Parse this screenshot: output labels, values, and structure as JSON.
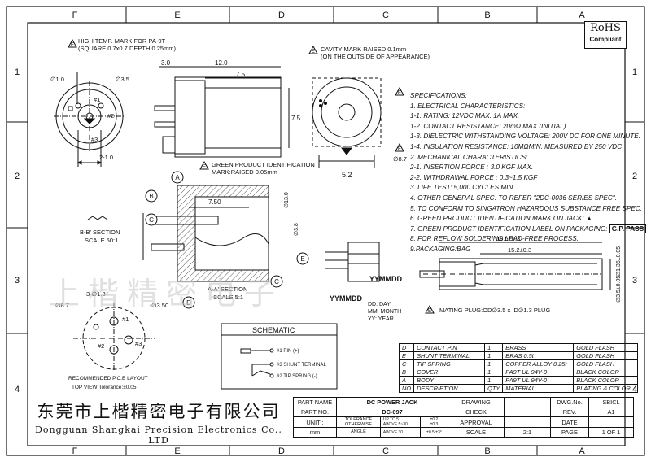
{
  "frame": {
    "columns": [
      "F",
      "E",
      "D",
      "C",
      "B",
      "A"
    ],
    "rows": [
      "1",
      "2",
      "3",
      "4"
    ]
  },
  "compliance": {
    "line1": "RoHS",
    "line2": "Compliant"
  },
  "notes": {
    "high_temp_mark_1": "HIGH TEMP. MARK FOR PA-9T",
    "high_temp_mark_2": "(SQUARE 0.7x0.7 DEPTH 0.25mm)",
    "cavity_mark_1": "CAVITY MARK RAISED 0.1mm",
    "cavity_mark_2": "(ON THE OUTSIDE OF APPEARANCE)",
    "green_mark_1": "GREEN PRODUCT IDENTIFICATION",
    "green_mark_2": "MARK:RAISED 0.05mm",
    "bb_section": "B-B' SECTION",
    "bb_scale": "SCALE 50:1",
    "aa_section": "A-A' SECTION",
    "aa_scale": "SCALE 5:1",
    "pcb_layout": "RECOMMENDED P.C.B LAYOUT",
    "pcb_view": "TOP VIEW Tolorance:±0.05",
    "mating_plug": "MATING PLUG:OD∅3.5 x ID∅1.3 PLUG",
    "date_dd": "DD: DAY",
    "date_mm": "MM: MONTH",
    "date_yy": "YY: YEAR",
    "date_code_1": "YYMMDD",
    "date_code_2": "YYMMDD"
  },
  "dimensions": {
    "d1": "3.0",
    "d2": "12.0",
    "d3": "7.5",
    "d4": "7.5",
    "d5": "5.2",
    "d6": "∅1.0",
    "d7": "∅3.5",
    "d8": "2-1.0",
    "d9": "#1",
    "d10": "#2",
    "d11": "#3",
    "d12": "∅8.7",
    "d13": "7.50",
    "d14": "∅13.0",
    "d15": "∅3.8",
    "d16": "3-∅1.3",
    "d17": "∅8.7",
    "d18": "∅3.50",
    "d19": "18.5±0.3",
    "d20": "15.2±0.3",
    "d21": "∅1.35±0.05",
    "d22": "∅3.5±0.05"
  },
  "schematic": {
    "title": "SCHEMATIC",
    "pin1": "#1 PIN (+)",
    "pin3": "#3 SHUNT TERMINAL",
    "pin2": "#2 TIP SPRING (-)"
  },
  "specifications": {
    "heading": "SPECIFICATIONS:",
    "lines": [
      "1. ELECTRICAL CHARACTERISTICS:",
      "1-1. RATING: 12VDC MAX. 1A MAX.",
      "1-2. CONTACT RESISTANCE: 20mΩ MAX.(INITIAL)",
      "1-3. DIELECTRIC WITHSTANDING VOLTAGE: 200V DC FOR ONE MINUTE.",
      "1-4. INSULATION RESISTANCE: 10MΩMIN. MEASURED BY 250 VDC",
      "2. MECHANICAL CHARACTERISTICS:",
      "2-1. INSERTION FORCE : 3.0 KGF MAX.",
      "2-2. WITHDRAWAL FORCE : 0.3~1.5 KGF",
      "3. LIFE TEST: 5,000 CYCLES MIN.",
      "4. OTHER GENERAL SPEC. TO REFER \"2DC-0036 SERIES SPEC\".",
      "5. TO CONFORM TO SINGATRON HAZARDOUS SUBSTANCE FREE SPEC.",
      "6. GREEN PRODUCT IDENTIFICATION MARK ON JACK:",
      "7. GREEN PRODUCT IDENTIFICATION LABEL ON PACKAGING:",
      "8. FOR REFLOW SOLDERING LEAD-FREE PROCESS.",
      "9.PACKAGING:BAG"
    ],
    "gp_label": "G.P. PASS"
  },
  "bom": {
    "rows": [
      [
        "D",
        "CONTACT PIN",
        "1",
        "BRASS",
        "GOLD FLASH"
      ],
      [
        "E",
        "SHUNT TERMINAL",
        "1",
        "BRAS 0.5t",
        "GOLD FLASH"
      ],
      [
        "C",
        "TIP SPRING",
        "1",
        "COPPER ALLOY 0.25t",
        "GOLD FLASH"
      ],
      [
        "B",
        "COVER",
        "1",
        "PA9T UL 94V-0",
        "BLACK COLOR"
      ],
      [
        "A",
        "BODY",
        "1",
        "PA9T UL 94V-0",
        "BLACK COLOR"
      ]
    ],
    "header": [
      "NO",
      "DESCRIPTION",
      "QTY",
      "MATERIAL",
      "PLATING & COLOR"
    ]
  },
  "company": {
    "name_cn": "东莞市上楷精密电子有限公司",
    "name_en": "Dongguan Shangkai Precision Electronics Co., LTD"
  },
  "titleblock": {
    "part_name_label": "PART NAME",
    "part_name": "DC POWER JACK",
    "drawing_label": "DRAWING",
    "dwg_no_label": "DWG.No.",
    "dwg_no": "SBICL",
    "part_no_label": "PART NO.",
    "part_no": "DC-097",
    "check_label": "CHECK",
    "rev_label": "REV.",
    "rev": "A1",
    "unit_label": "UNIT :",
    "unit": "mm",
    "tolerance_label": "TOLERANCE",
    "otherwise_label": "OTHERWISE",
    "tol_1": "UP TO 5",
    "tol_1v": "±0.2",
    "tol_2": "ABOVE 5~30",
    "tol_2v": "±0.3",
    "tol_3": "ABOVE 30",
    "tol_3v": "±0.5",
    "angle_label": "ANGLE",
    "angle_v": "±3°",
    "approval_label": "APPROVAL",
    "date_label": "DATE",
    "scale_label": "SCALE",
    "scale": "2:1",
    "page_label": "PAGE",
    "page": "1 OF 1"
  },
  "watermark": "上楷精密电子"
}
